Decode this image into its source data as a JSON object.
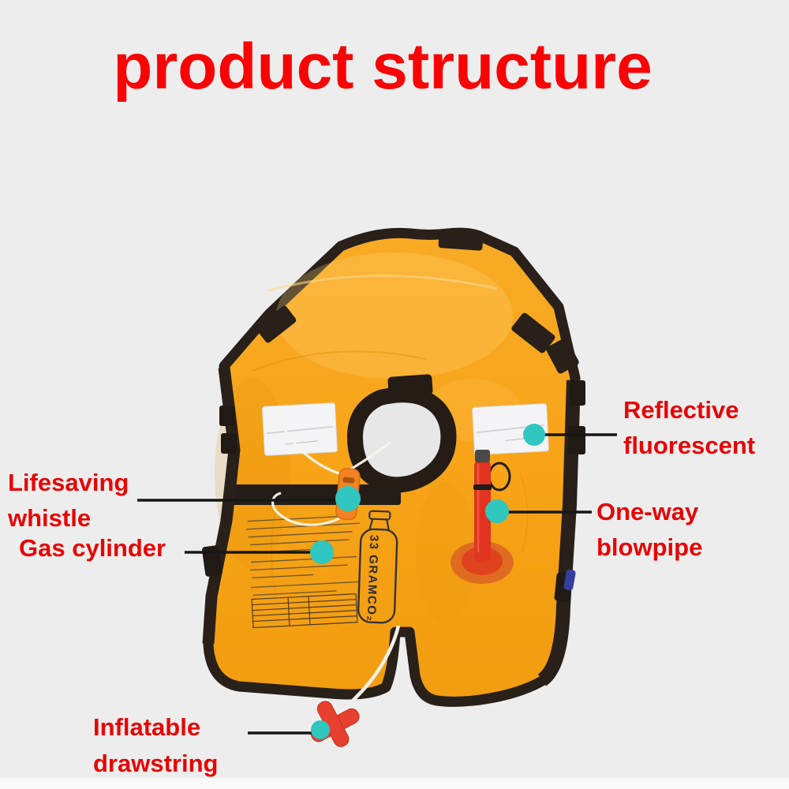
{
  "title": {
    "text": "product structure"
  },
  "callouts": {
    "reflective": {
      "line1": "Reflective",
      "line2": "fluorescent"
    },
    "lifesaving": {
      "line1": "Lifesaving",
      "line2": "whistle"
    },
    "gas": {
      "text": "Gas cylinder"
    },
    "blowpipe": {
      "line1": "One-way",
      "line2": "blowpipe"
    },
    "drawstring": {
      "line1": "Inflatable",
      "line2": "drawstring"
    }
  },
  "vest": {
    "gas_cylinder_label": "33 GRAMCO₂"
  },
  "colors": {
    "background": "#ededed",
    "title_red": "#f80404",
    "label_red": "#e80404",
    "vest_orange": "#f7a41d",
    "trim_black": "#282019",
    "callout_teal": "#2fc7c0",
    "blowpipe_red": "#e03420",
    "whistle_orange": "#f28222",
    "pull_handle_red": "#e8402e",
    "reflective_patch_white": "#f4f4f6"
  }
}
